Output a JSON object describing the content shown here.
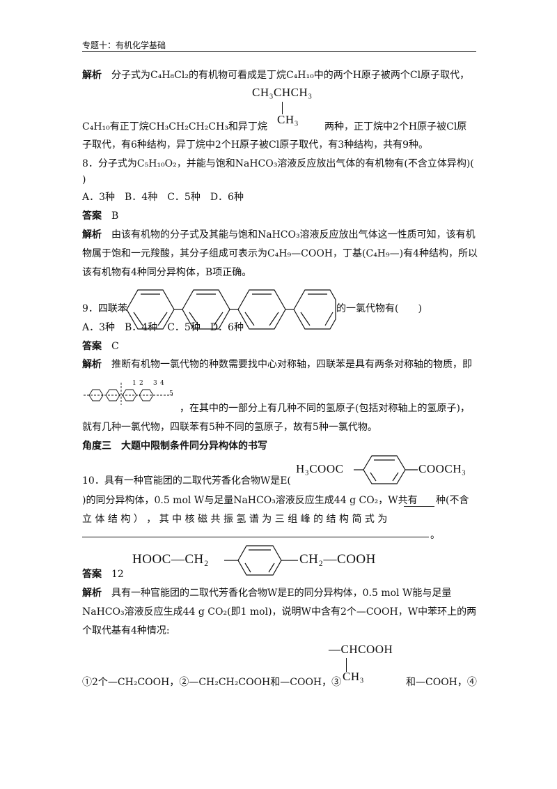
{
  "header": {
    "title": "专题十：有机化学基础"
  },
  "q7_explain": {
    "label": "解析",
    "line1": "分子式为C₄H₈Cl₂的有机物可看成是丁烷C₄H₁₀中的两个H原子被两个Cl原子取代，",
    "struct_top": "CH₃CHCH₃",
    "struct_bottom": "CH₃",
    "line2a": "C₄H₁₀有正丁烷CH₃CH₂CH₂CH₃和异丁烷",
    "line2b": "两种，正丁烷中2个H原子被Cl原",
    "line3": "子取代，有6种结构，异丁烷中2个H原子被Cl原子取代，有3种结构，共有9种。"
  },
  "q8": {
    "stem1": "8．分子式为C₅H₁₀O₂，并能与饱和NaHCO₃溶液反应放出气体的有机物有(不含立体异构)(",
    "stem2": ")",
    "options": "A．3种　B．4种　C．5种　D．6种",
    "answer_label": "答案",
    "answer": "B",
    "explain_label": "解析",
    "explain1": "由该有机物的分子式及其能与饱和NaHCO₃溶液反应放出气体这一性质可知，该有机",
    "explain2": "物属于饱和一元羧酸，其分子组成可表示为C₄H₉—COOH，丁基(C₄H₉—)有4种结构，所以",
    "explain3": "该有机物有4种同分异构体，B项正确。"
  },
  "q9": {
    "stem_prefix": "9．四联苯",
    "stem_suffix": "的一氯代物有(　　)",
    "options": "A．3种　B．4种　C．5种　D．6种",
    "answer_label": "答案",
    "answer": "C",
    "explain_label": "解析",
    "explain1": "推断有机物一氯代物的种数需要找中心对称轴，四联苯是具有两条对称轴的物质，即",
    "explain2": "，在其中的一部分上有几种不同的氢原子(包括对称轴上的氢原子)，",
    "explain3": "就有几种一氯代物，四联苯有5种不同的氢原子，故有5种一氯代物。",
    "axis_numbers": [
      "1",
      "2",
      "3",
      "4",
      "5"
    ]
  },
  "section": {
    "title": "角度三　大题中限制条件同分异构体的书写"
  },
  "q10": {
    "stem1": "10．具有一种官能团的二取代芳香化合物W是E(",
    "e_left": "H₃COOC",
    "e_right": "COOCH₃",
    "stem2": ")的同分异构体，0.5 mol W与足量NaHCO₃溶液反应生成44 g CO₂，W共有",
    "stem2_end": "种(不含",
    "stem3": "立 体 结 构 ） ， 其 中 核 磁 共 振 氢 谱 为 三 组 峰 的 结 构 简 式 为",
    "stem4_end": "。",
    "answer_label": "答案",
    "answer": "12",
    "ans_left": "HOOC—CH₂",
    "ans_right": "CH₂—COOH",
    "explain_label": "解析",
    "explain1": "具有一种官能团的二取代芳香化合物W是E的同分异构体，0.5 mol W能与足量",
    "explain2": "NaHCO₃溶液反应生成44 g CO₂(即1 mol)，说明W中含有2个—COOH，W中苯环上的两",
    "explain3": "个取代基有4种情况:",
    "struct_top": "—CHCOOH",
    "struct_bottom": "CH₃",
    "line4a": "①2个—CH₂COOH，②—CH₂CH₂COOH和—COOH，③",
    "line4b": "和—COOH，④"
  }
}
